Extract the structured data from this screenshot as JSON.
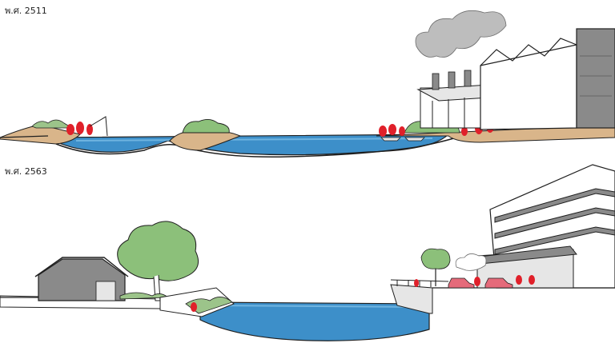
{
  "panels": [
    {
      "id": "top",
      "year_label": "พ.ศ. 2511"
    },
    {
      "id": "bottom",
      "year_label": "พ.ศ. 2563"
    }
  ],
  "colors": {
    "water": "#3d8fc9",
    "water_light": "#6fb4e0",
    "sand": "#d9b58a",
    "grass": "#9cc48a",
    "tree": "#8cc07a",
    "building": "#8a8a8a",
    "building_light": "#e6e6e6",
    "people": "#e0202a",
    "smoke": "#bdbdbd",
    "line": "#1f1f1f"
  }
}
